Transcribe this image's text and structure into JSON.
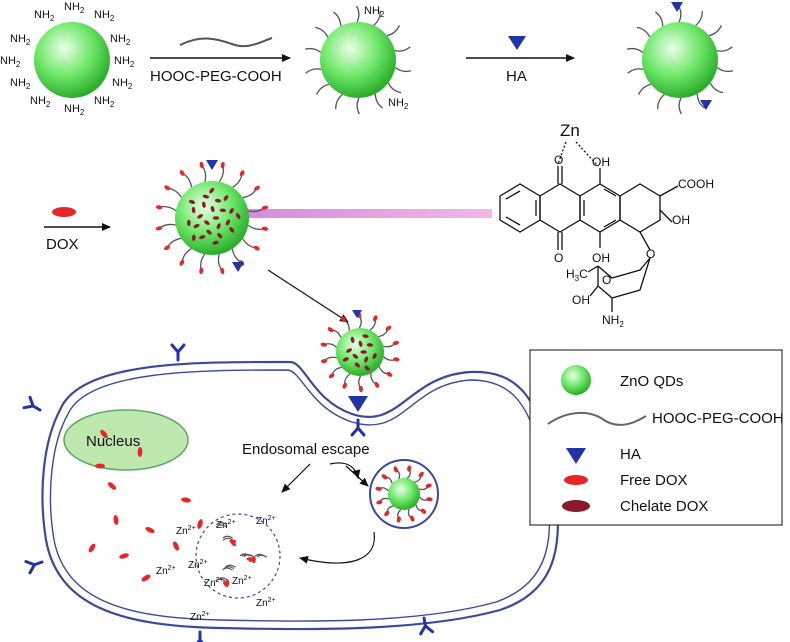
{
  "scheme": {
    "step1_label": "HOOC-PEG-COOH",
    "step2_label": "HA",
    "step3_label": "DOX",
    "amine_label": "NH",
    "amine_subscript": "2",
    "endosomal_escape": "Endosomal escape",
    "nucleus_label": "Nucleus",
    "zinc_ion": "Zn",
    "zinc_charge": "2+"
  },
  "molecule": {
    "metal": "Zn",
    "oh_labels": [
      "OH",
      "OH",
      "OH"
    ],
    "carboxyl_label": "COOH",
    "methyl_label": "H",
    "methyl_sub": "3",
    "methyl_c": "C",
    "ring_oxygen": "O",
    "sugar_oh": "OH",
    "sugar_amine": "NH",
    "sugar_amine_sub": "2",
    "ketone_o_top": "O",
    "ketone_o_bottom": "O",
    "ether_o": "O",
    "hydroxyl_o": "OH"
  },
  "legend": {
    "items": [
      {
        "label": "ZnO QDs",
        "icon": "zno-qd-sphere-icon"
      },
      {
        "label": "HOOC-PEG-COOH",
        "icon": "peg-chain-icon"
      },
      {
        "label": "HA",
        "icon": "ha-triangle-icon"
      },
      {
        "label": "Free DOX",
        "icon": "free-dox-icon"
      },
      {
        "label": "Chelate DOX",
        "icon": "chelate-dox-icon"
      }
    ]
  },
  "colors": {
    "qd_green": "#5de05a",
    "ha_blue": "#2233a8",
    "free_dox_red": "#e8262a",
    "chelate_dox": "#8a1a2a",
    "membrane": "#3a4a9a",
    "nucleus_fill": "#bfe8b0",
    "pink_link": "#e79be0"
  }
}
